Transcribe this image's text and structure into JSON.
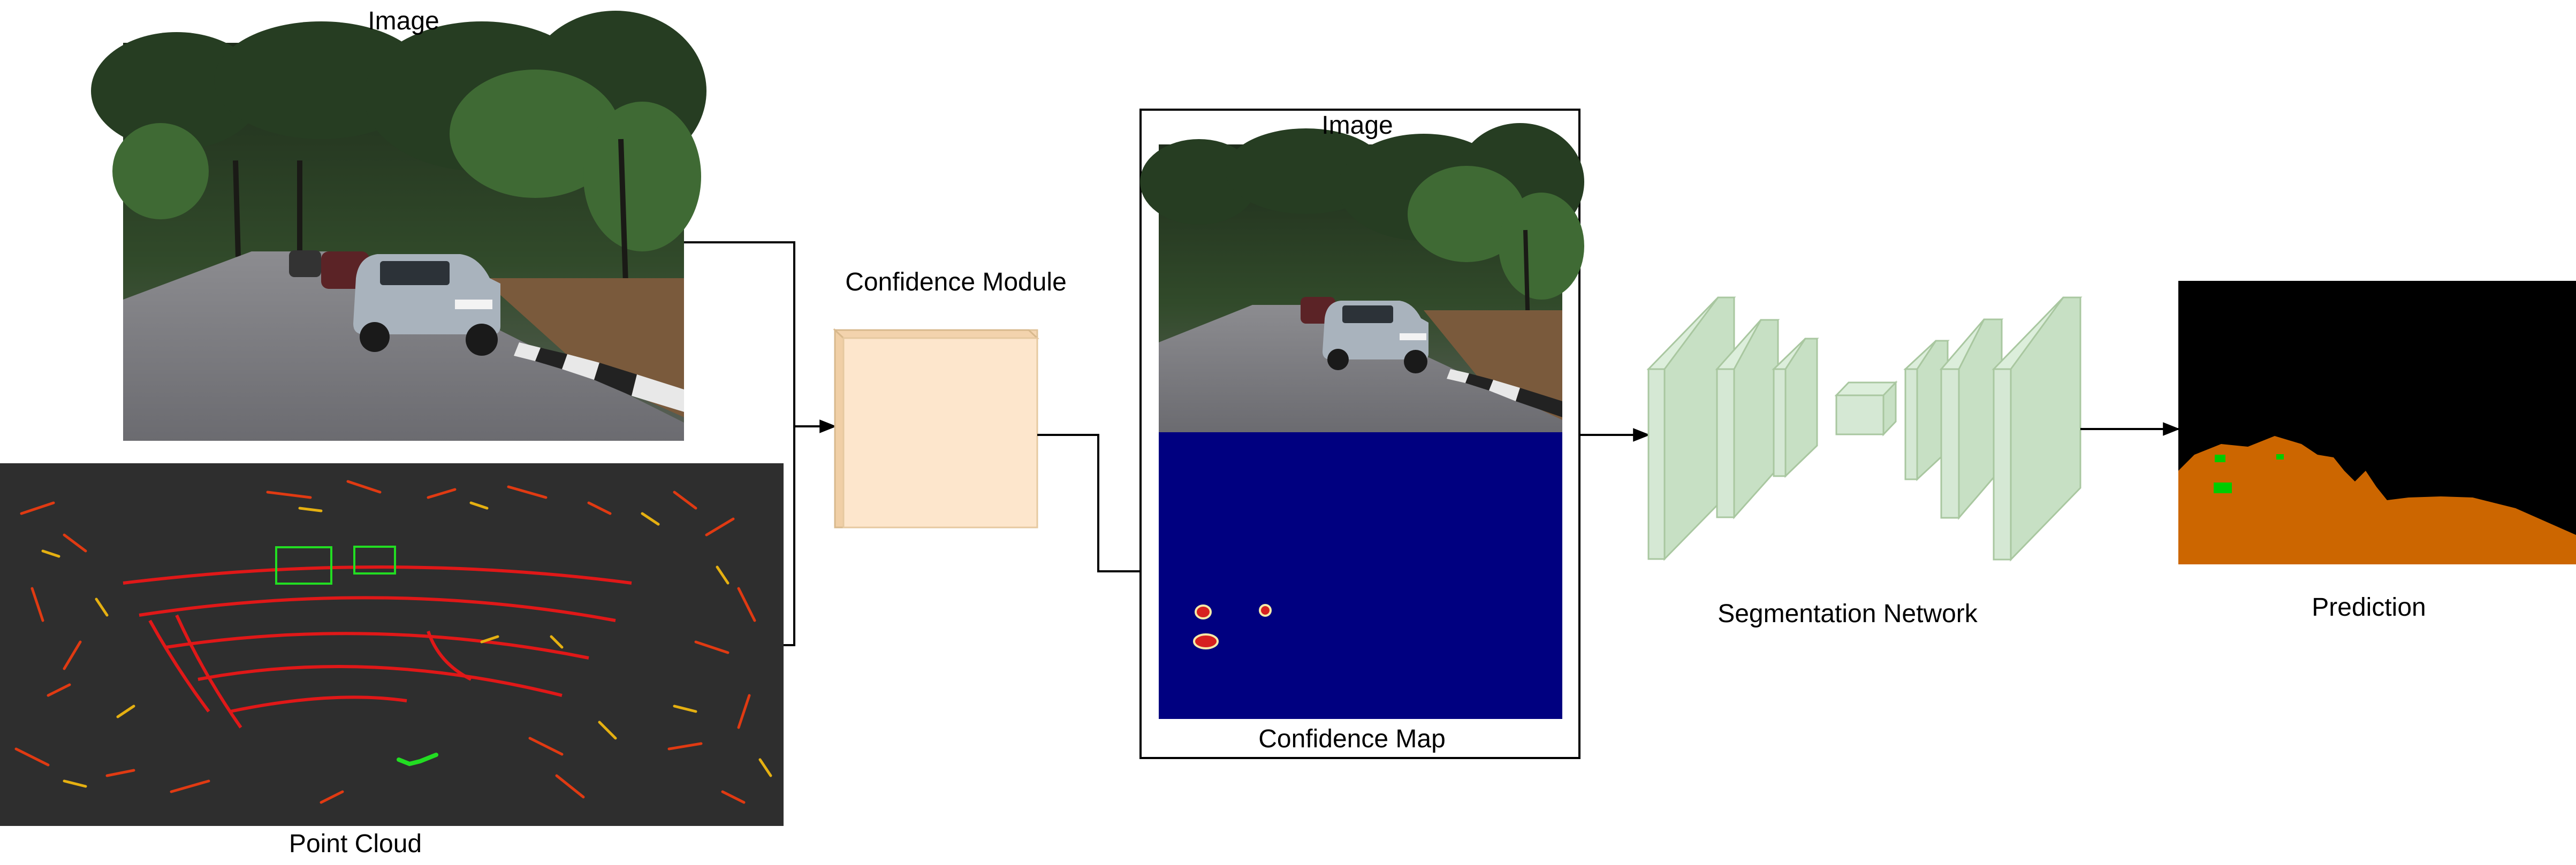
{
  "labels": {
    "input_image": "Image",
    "point_cloud": "Point Cloud",
    "confidence_module": "Confidence Module",
    "fused_image": "Image",
    "confidence_map": "Confidence Map",
    "segmentation_network": "Segmentation Network",
    "prediction": "Prediction"
  },
  "colors": {
    "confidence_module_face": "#fde6cc",
    "confidence_module_side": "#f0cfa6",
    "segmentation_block": "#d5e8d4",
    "segmentation_stroke": "#82b366",
    "confidence_map_bg": "#000080",
    "pointcloud_bg": "#2e2e2e",
    "prediction_bg": "#000000",
    "prediction_ground": "#cc6600",
    "prediction_obstacle": "#00cc00"
  }
}
